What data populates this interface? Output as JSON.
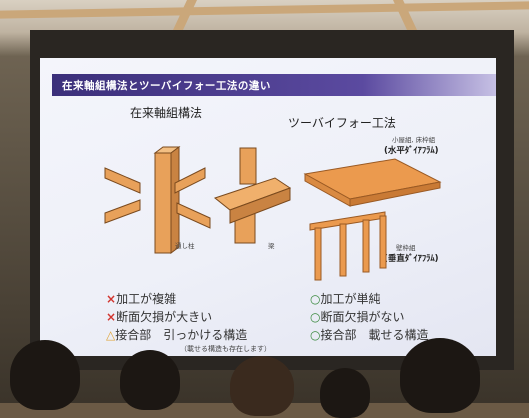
{
  "slide": {
    "title": "在来軸組構法とツーバイフォー工法の違い",
    "left_heading": "在来軸組構法",
    "right_heading": "ツーバイフォー工法",
    "left_label_pillar": "通し柱",
    "left_label_beam": "梁",
    "right_label_top_small": "小屋組, 床枠組",
    "right_label_top": "(水平ﾀﾞｲｱﾌﾗﾑ)",
    "right_label_mid_small": "壁枠組",
    "right_label_mid": "(垂直ﾀﾞｲｱﾌﾗﾑ)",
    "left_list": [
      {
        "mark": "×",
        "text": "加工が複雑"
      },
      {
        "mark": "×",
        "text": "断面欠損が大きい"
      },
      {
        "mark": "△",
        "text": "接合部　引っかける構造"
      }
    ],
    "left_list_note": "（載せる構造も存在します）",
    "right_list": [
      {
        "mark": "○",
        "text": "加工が単純"
      },
      {
        "mark": "○",
        "text": "断面欠損がない"
      },
      {
        "mark": "○",
        "text": "接合部　載せる構造"
      }
    ]
  },
  "colors": {
    "title_bar": "#3b2f7a",
    "wood": "#e8a15a",
    "cross_mark": "#d2352f",
    "triangle_mark": "#e0a53a",
    "circle_mark": "#3a8a3f"
  }
}
